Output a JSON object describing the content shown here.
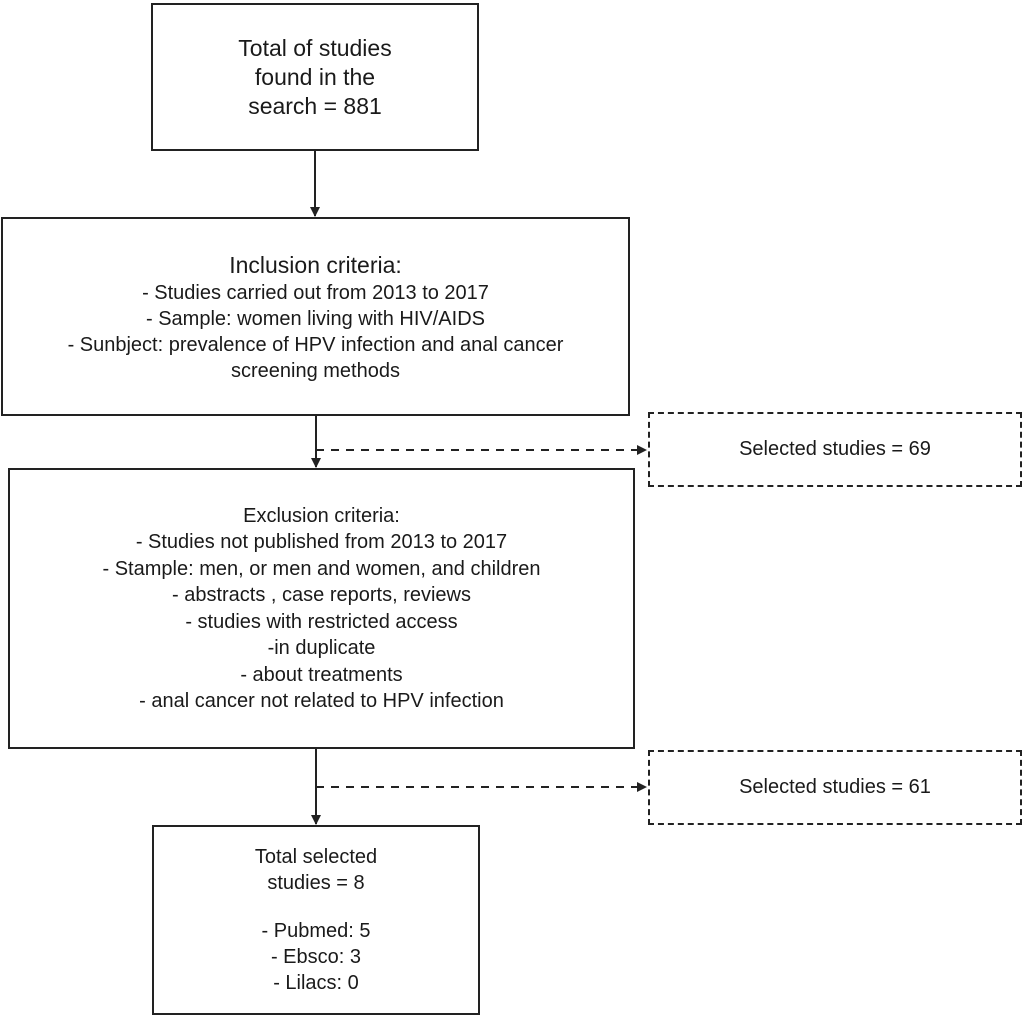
{
  "flowchart": {
    "total_found": [
      "Total of studies",
      "found in the",
      "search = 881"
    ],
    "inclusion": {
      "heading": "Inclusion criteria:",
      "items": [
        "- Studies carried out from 2013 to 2017",
        "- Sample: women living with HIV/AIDS",
        "- Sunbject: prevalence of HPV infection and anal cancer",
        "screening methods"
      ]
    },
    "selected_after_inclusion": "Selected studies = 69",
    "exclusion": {
      "heading": "Exclusion criteria:",
      "items": [
        "- Studies not published from 2013 to 2017",
        "- Stample: men, or men and women, and children",
        "- abstracts , case reports, reviews",
        "- studies with restricted access",
        "-in duplicate",
        "- about treatments",
        "- anal cancer not related to HPV infection"
      ]
    },
    "selected_after_exclusion": "Selected studies = 61",
    "total_selected": {
      "lines": [
        "Total selected",
        "studies = 8"
      ],
      "sources": [
        "- Pubmed: 5",
        "- Ebsco: 3",
        "- Lilacs: 0"
      ]
    }
  },
  "colors": {
    "line": "#222222",
    "background": "#ffffff",
    "text": "#1a1a1a"
  }
}
